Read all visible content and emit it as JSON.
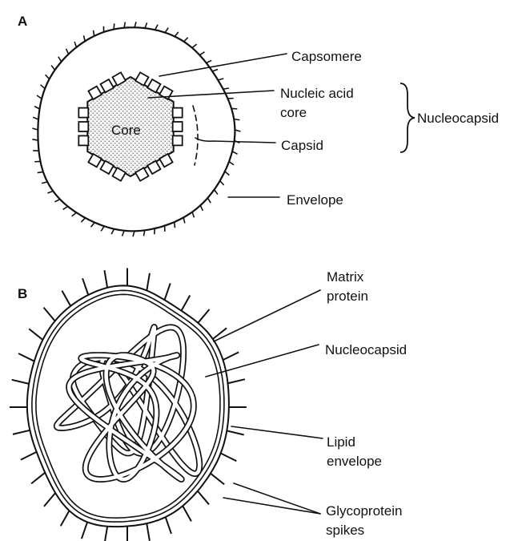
{
  "panel_a": {
    "letter": "A",
    "core": "Core",
    "capsomere": "Capsomere",
    "nucleic_acid_line1": "Nucleic acid",
    "nucleic_acid_line2": "core",
    "capsid": "Capsid",
    "envelope": "Envelope",
    "nucleocapsid": "Nucleocapsid"
  },
  "panel_b": {
    "letter": "B",
    "matrix_line1": "Matrix",
    "matrix_line2": "protein",
    "nucleocapsid": "Nucleocapsid",
    "lipid_line1": "Lipid",
    "lipid_line2": "envelope",
    "glyco_line1": "Glycoprotein",
    "glyco_line2": "spikes"
  }
}
